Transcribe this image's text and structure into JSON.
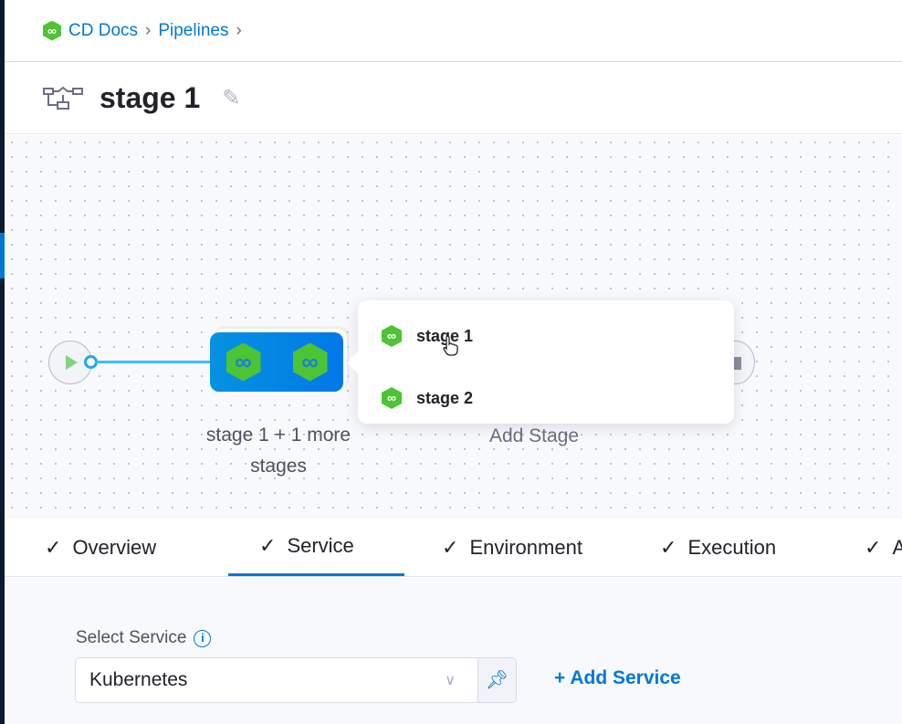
{
  "breadcrumb": {
    "items": [
      "CD Docs",
      "Pipelines"
    ],
    "separator": ">"
  },
  "header": {
    "title": "stage 1"
  },
  "pipeline": {
    "stage_group_label": "stage 1 + 1 more stages",
    "add_stage_label": "Add Stage",
    "popover_items": [
      "stage 1",
      "stage 2"
    ]
  },
  "tabs": [
    {
      "label": "Overview",
      "checked": true
    },
    {
      "label": "Service",
      "checked": true,
      "active": true
    },
    {
      "label": "Environment",
      "checked": true
    },
    {
      "label": "Execution",
      "checked": true
    },
    {
      "label": "A",
      "checked": true
    }
  ],
  "service": {
    "label": "Select Service",
    "value": "Kubernetes",
    "add_label": "Add Service"
  },
  "colors": {
    "accent": "#0278d5",
    "stage_green": "#4dc433"
  },
  "icons": {
    "check": "✓",
    "chevron": "›",
    "plus": "+"
  }
}
